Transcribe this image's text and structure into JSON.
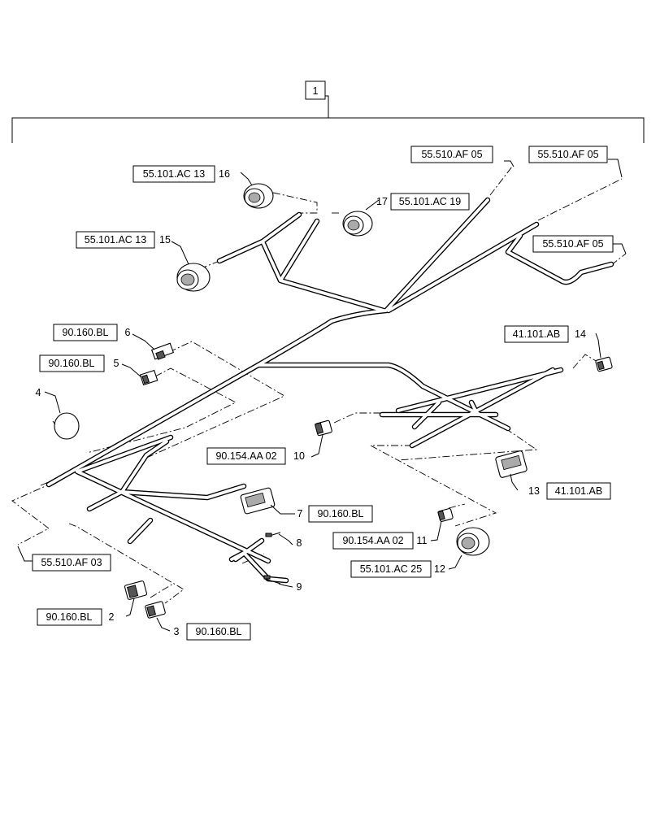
{
  "assembly": {
    "item": "1"
  },
  "refs": {
    "r16": "55.101.AC 13",
    "r15": "55.101.AC 13",
    "r17": "55.101.AC 19",
    "r_top1": "55.510.AF 05",
    "r_top2": "55.510.AF 05",
    "r_top3": "55.510.AF 05",
    "r6": "90.160.BL",
    "r5": "90.160.BL",
    "r14": "41.101.AB",
    "r10": "90.154.AA 02",
    "r13": "41.101.AB",
    "r7": "90.160.BL",
    "r11": "90.154.AA 02",
    "r12": "55.101.AC 25",
    "r_left": "55.510.AF 03",
    "r2": "90.160.BL",
    "r3": "90.160.BL"
  },
  "items": {
    "n2": "2",
    "n3": "3",
    "n4": "4",
    "n5": "5",
    "n6": "6",
    "n7": "7",
    "n8": "8",
    "n9": "9",
    "n10": "10",
    "n11": "11",
    "n12": "12",
    "n13": "13",
    "n14": "14",
    "n15": "15",
    "n16": "16",
    "n17": "17"
  },
  "icons": [
    "round-connector-icon",
    "rectangular-connector-icon",
    "terminal-icon",
    "cable-tie-icon"
  ]
}
